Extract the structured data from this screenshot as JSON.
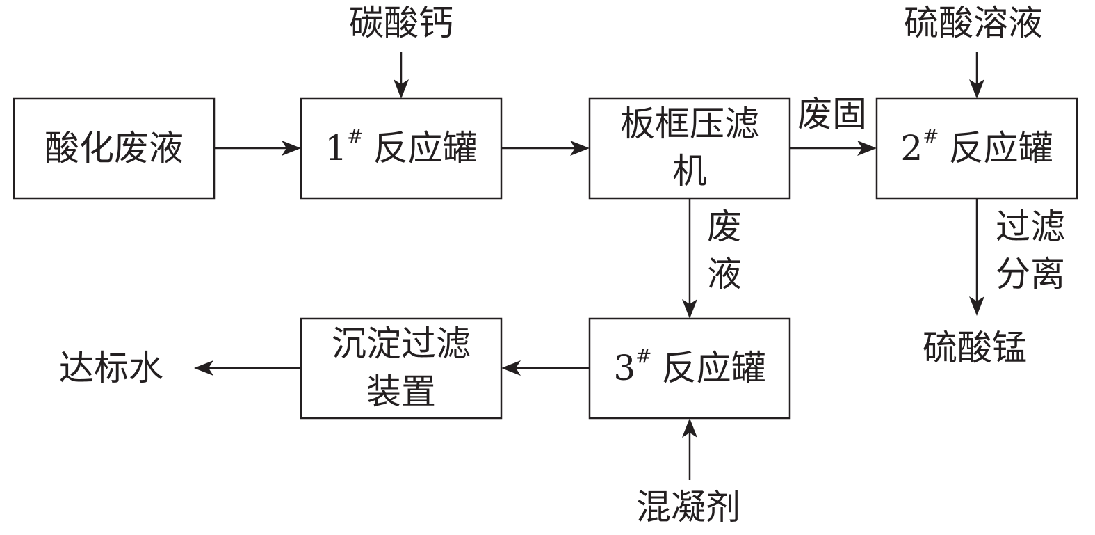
{
  "diagram": {
    "nodes": {
      "acid_waste": {
        "label": "酸化废液"
      },
      "tank1": {
        "num": "1",
        "mark": "#",
        "label": "反应罐"
      },
      "filter_press": {
        "line1": "板框压滤",
        "line2": "机"
      },
      "tank2": {
        "num": "2",
        "mark": "#",
        "label": "反应罐"
      },
      "tank3": {
        "num": "3",
        "mark": "#",
        "label": "反应罐"
      },
      "settler": {
        "line1": "沉淀过滤",
        "line2": "装置"
      }
    },
    "inputs": {
      "calcium_carbonate": "碳酸钙",
      "sulfuric_acid": "硫酸溶液",
      "coagulant": "混凝剂"
    },
    "edge_labels": {
      "waste_solid": "废固",
      "waste_liquid_1": "废",
      "waste_liquid_2": "液",
      "filter_sep_1": "过滤",
      "filter_sep_2": "分离"
    },
    "outputs": {
      "manganese_sulfate": "硫酸锰",
      "compliant_water": "达标水"
    }
  }
}
